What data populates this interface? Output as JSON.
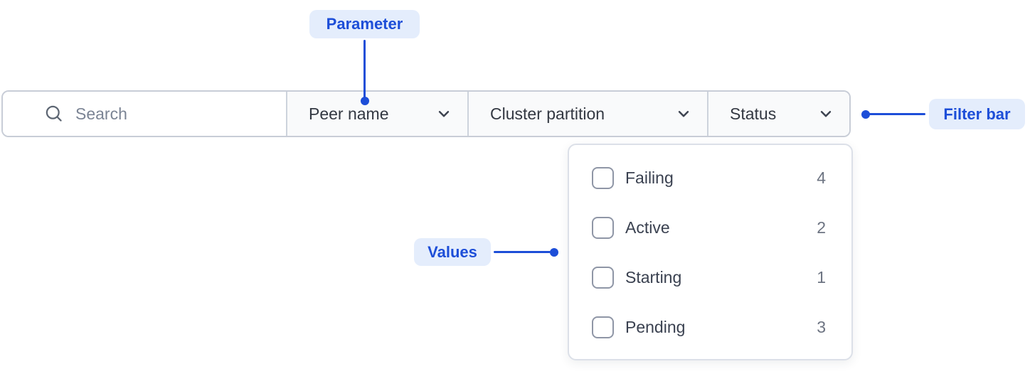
{
  "annotations": {
    "parameter_label": "Parameter",
    "filter_bar_label": "Filter bar",
    "values_label": "Values",
    "accent_color": "#1d4ed8",
    "pill_background": "#e4edfc"
  },
  "filter_bar": {
    "search": {
      "placeholder": "Search",
      "icon": "search-icon"
    },
    "filters": [
      {
        "label": "Peer name",
        "icon": "chevron-down-icon"
      },
      {
        "label": "Cluster partition",
        "icon": "chevron-down-icon"
      },
      {
        "label": "Status",
        "icon": "chevron-down-icon"
      }
    ]
  },
  "dropdown": {
    "attached_to": "Status",
    "options": [
      {
        "label": "Failing",
        "count": "4",
        "checked": false
      },
      {
        "label": "Active",
        "count": "2",
        "checked": false
      },
      {
        "label": "Starting",
        "count": "1",
        "checked": false
      },
      {
        "label": "Pending",
        "count": "3",
        "checked": false
      }
    ]
  }
}
